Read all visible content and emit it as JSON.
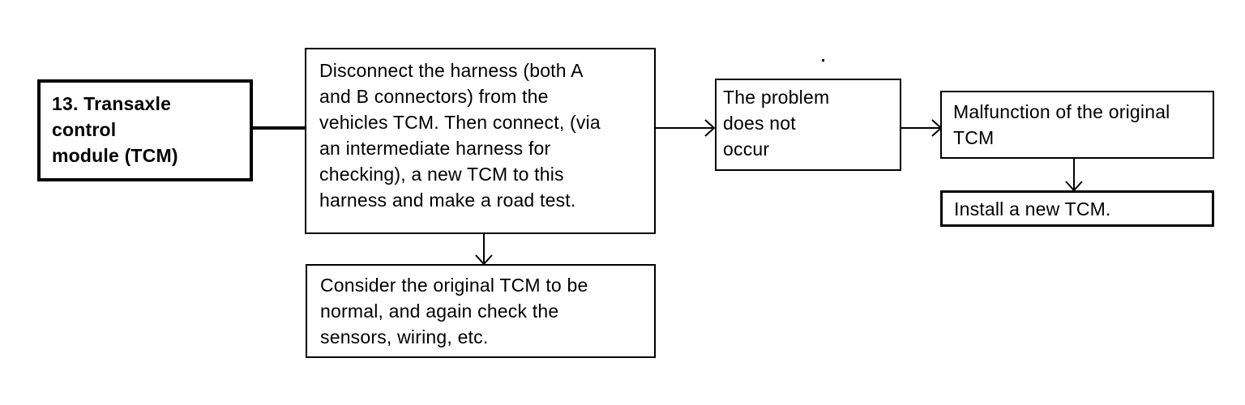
{
  "nodes": {
    "tcm_step": {
      "text": "13. Transaxle\n      control\n      module (TCM)"
    },
    "disconnect_step": {
      "text": "Disconnect the harness (both A\nand B connectors) from the\nvehicles TCM. Then connect, (via\nan intermediate harness for\nchecking), a new TCM to this\nharness and make a road test."
    },
    "problem_not_occur": {
      "text": "The problem\ndoes not\noccur"
    },
    "malfunction": {
      "text": "Malfunction of the original\nTCM"
    },
    "install_new": {
      "text": "Install a new TCM."
    },
    "consider_normal": {
      "text": "Consider the original TCM to be\nnormal, and again check the\nsensors, wiring, etc."
    }
  },
  "edges": [
    {
      "from": "tcm_step",
      "to": "disconnect_step",
      "arrow": false
    },
    {
      "from": "disconnect_step",
      "to": "problem_not_occur",
      "arrow": true
    },
    {
      "from": "problem_not_occur",
      "to": "malfunction",
      "arrow": true
    },
    {
      "from": "malfunction",
      "to": "install_new",
      "arrow": true
    },
    {
      "from": "disconnect_step",
      "to": "consider_normal",
      "arrow": true
    }
  ],
  "colors": {
    "stroke": "#000000",
    "fill": "#ffffff"
  }
}
